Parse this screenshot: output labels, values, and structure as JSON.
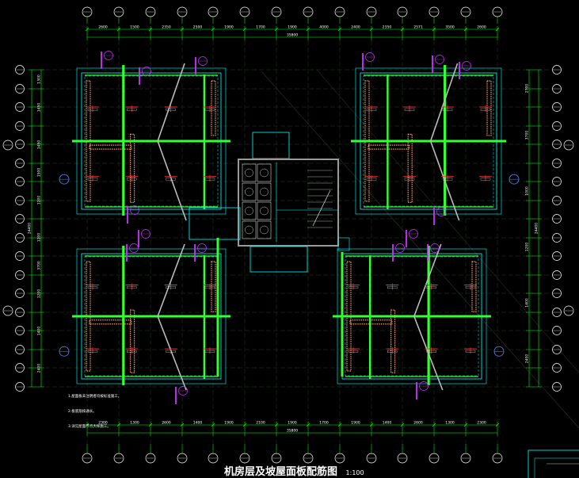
{
  "drawing": {
    "title": "机房层及坡屋面板配筋图",
    "scale": "1:100",
    "notes": [
      "1.屋面板未注明者均按标准施工。",
      "2.板底筋按通长。",
      "3.详见屋面节点大样施工。"
    ],
    "top_dimensions": [
      "2600",
      "1500",
      "2350",
      "2500",
      "1900",
      "1700",
      "1900",
      "4000",
      "2400",
      "2350",
      "2571",
      "3500",
      "2600"
    ],
    "top_total": "35800",
    "bottom_dimensions": [
      "2300",
      "1300",
      "2600",
      "1400",
      "1900",
      "2100",
      "1900",
      "1700",
      "1900",
      "1400",
      "2600",
      "1300",
      "2300"
    ],
    "bottom_total": "35800",
    "left_dimensions": [
      "1300",
      "1450",
      "1450",
      "1500",
      "1200",
      "1200",
      "3700",
      "1200",
      "1400",
      "2400"
    ],
    "left_total": "24400",
    "right_dimensions": [
      "2700",
      "3700",
      "1000",
      "1200",
      "1400",
      "2400"
    ],
    "right_total": "24400",
    "top_axis_count": 14,
    "bottom_axis_count": 14,
    "left_axis_count": 18,
    "right_axis_count": 18,
    "colors": {
      "background": "#000000",
      "dimension": "#00ff00",
      "wall_cyan": "#00ffff",
      "beam_green": "#33ff33",
      "rebar_red": "#ff3333",
      "axis_bubble": "#ffffff",
      "section_mark": "#cc33ff",
      "hatch_orange": "#ff9966",
      "stair_gray": "#bbbbbb"
    }
  }
}
